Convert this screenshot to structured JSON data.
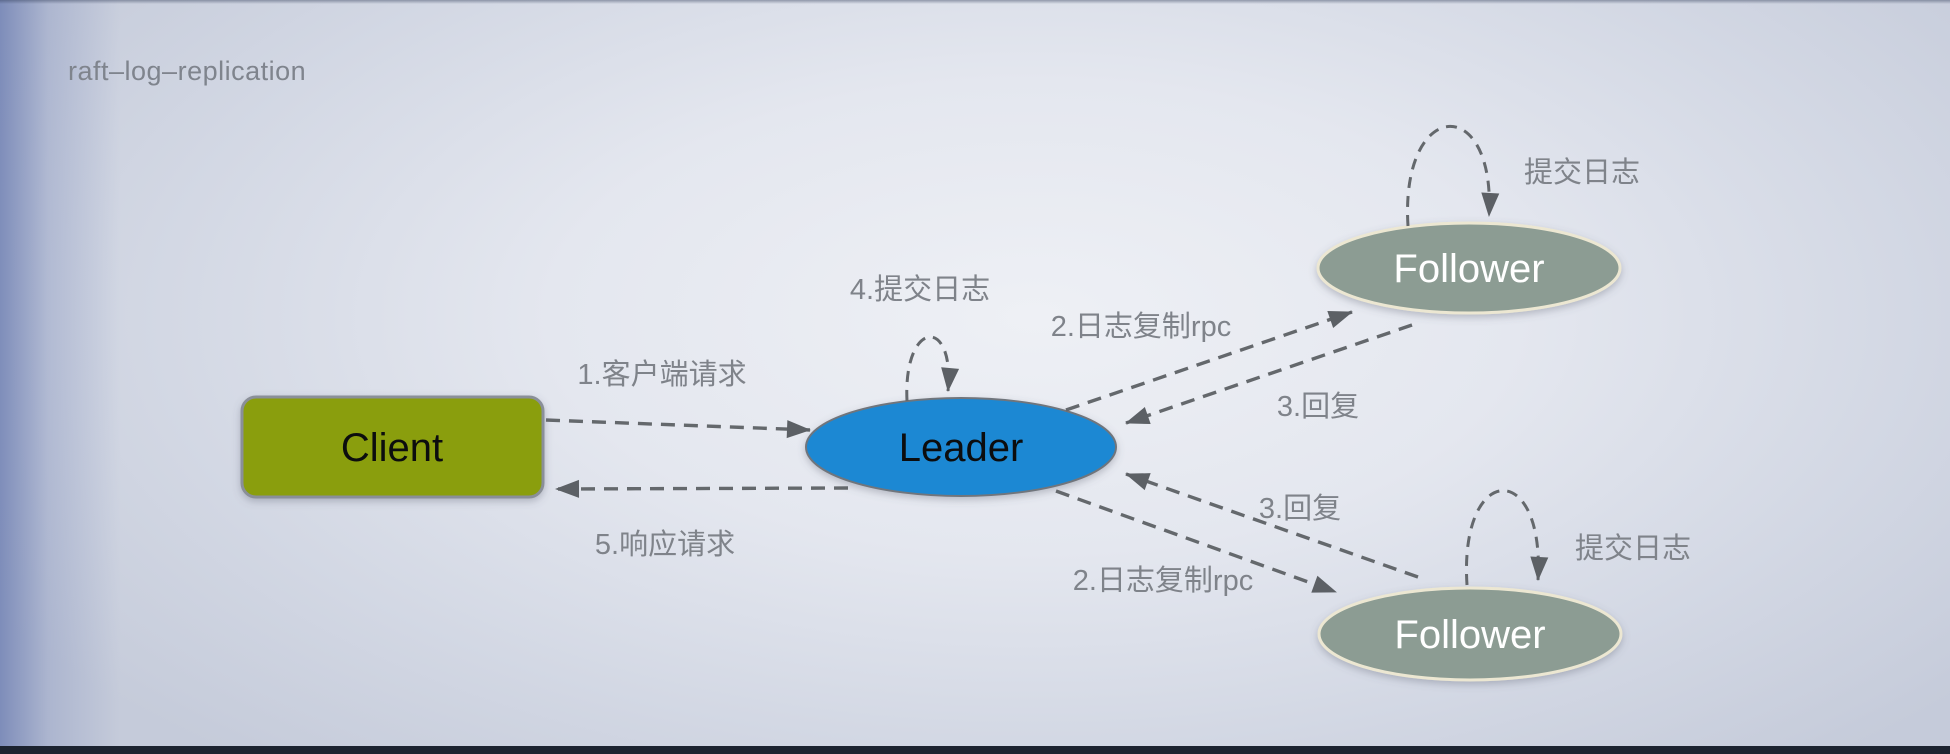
{
  "title": "raft–log–replication",
  "diagram": {
    "nodes": {
      "client": {
        "label": "Client",
        "shape": "rounded-rect"
      },
      "leader": {
        "label": "Leader",
        "shape": "ellipse"
      },
      "follower_top": {
        "label": "Follower",
        "shape": "ellipse"
      },
      "follower_bottom": {
        "label": "Follower",
        "shape": "ellipse"
      }
    },
    "edges": {
      "client_request": {
        "label": "1.客户端请求",
        "from": "client",
        "to": "leader"
      },
      "log_replication_top": {
        "label": "2.日志复制rpc",
        "from": "leader",
        "to": "follower_top"
      },
      "reply_top": {
        "label": "3.回复",
        "from": "follower_top",
        "to": "leader"
      },
      "commit_log_leader": {
        "label": "4.提交日志",
        "from": "leader",
        "to": "leader"
      },
      "response_request": {
        "label": "5.响应请求",
        "from": "leader",
        "to": "client"
      },
      "reply_bottom": {
        "label": "3.回复",
        "from": "follower_bottom",
        "to": "leader"
      },
      "log_replication_bottom": {
        "label": "2.日志复制rpc",
        "from": "leader",
        "to": "follower_bottom"
      },
      "commit_log_follower_top": {
        "label": "提交日志",
        "from": "follower_top",
        "to": "follower_top"
      },
      "commit_log_follower_bottom": {
        "label": "提交日志",
        "from": "follower_bottom",
        "to": "follower_bottom"
      }
    }
  },
  "colors": {
    "client_fill": "#8a9e10",
    "client_stroke": "#8a8f98",
    "leader_fill": "#1e88d3",
    "leader_stroke": "#70757c",
    "follower_fill": "#8c9c93",
    "follower_stroke": "#ece7d2",
    "edge_stroke": "#64686c",
    "arrowhead": "#5c6065",
    "label_text": "#7f838a",
    "node_text_dark": "#0c0d0e",
    "node_text_light": "#ffffff",
    "title_text": "#7f848d",
    "background_center": "#eef0f5",
    "background_edge": "#c5cbda",
    "background_left_band": "#7686b6",
    "bottom_bar": "#1c2330"
  }
}
